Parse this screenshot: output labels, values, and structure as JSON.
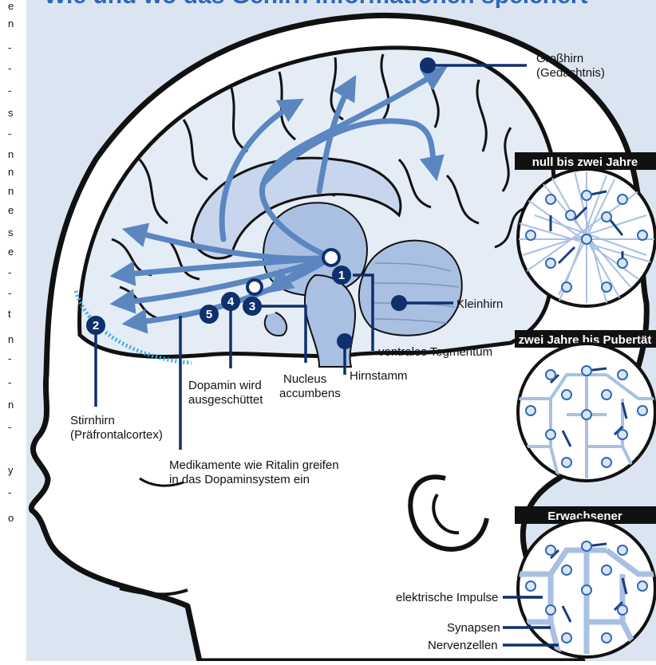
{
  "header": {
    "title": "Wie und wo das Gehirn Informationen speichert"
  },
  "left_edge_letters": [
    "e",
    "n",
    "-",
    "-",
    "-",
    "s",
    "-",
    "n",
    "n",
    "n",
    "e",
    "s",
    "e",
    "-",
    "-",
    "t",
    "n",
    "-",
    "-",
    "n",
    "-",
    "y",
    "-",
    "o"
  ],
  "brain_labels": {
    "grosshirn_1": "Großhirn",
    "grosshirn_2": "(Gedächtnis)",
    "kleinhirn": "Kleinhirn",
    "vta": "ventrales Tegmentum",
    "hirnstamm": "Hirnstamm",
    "nucleus_1": "Nucleus",
    "nucleus_2": "accumbens",
    "dopamin_1": "Dopamin wird",
    "dopamin_2": "ausgeschüttet",
    "stirnhirn_1": "Stirnhirn",
    "stirnhirn_2": "(Präfrontalcortex)",
    "ritalin_1": "Medikamente wie Ritalin greifen",
    "ritalin_2": "in das Dopaminsystem ein"
  },
  "markers": [
    "1",
    "2",
    "3",
    "4",
    "5"
  ],
  "panels": [
    {
      "title": "null bis zwei Jahre"
    },
    {
      "title": "zwei Jahre bis Pubertät"
    },
    {
      "title": "Erwachsener"
    }
  ],
  "legend": {
    "impulse": "elektrische Impulse",
    "synapsen": "Synapsen",
    "nervenzellen": "Nervenzellen"
  },
  "colors": {
    "navy": "#0f2f6d",
    "arrow": "#5b86c0",
    "brain": "#e4ecf6",
    "structure": "#a9c0e2",
    "background": "#dbe5f1"
  }
}
